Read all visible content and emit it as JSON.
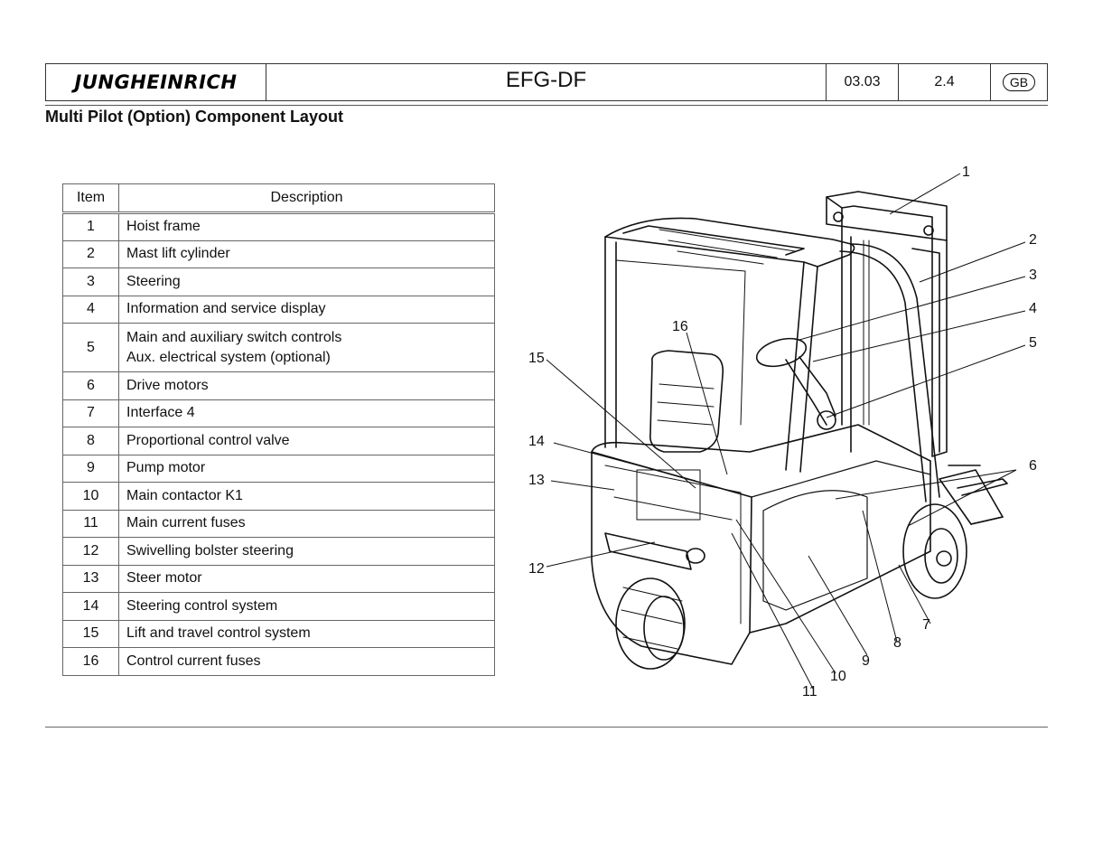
{
  "header": {
    "brand": "JUNGHEINRICH",
    "model": "EFG-DF",
    "date": "03.03",
    "version": "2.4",
    "language": "GB"
  },
  "page_title": "Multi Pilot (Option) Component Layout",
  "table": {
    "col_item": "Item",
    "col_description": "Description",
    "rows": [
      {
        "item": "1",
        "description": "Hoist frame"
      },
      {
        "item": "2",
        "description": "Mast lift cylinder"
      },
      {
        "item": "3",
        "description": "Steering"
      },
      {
        "item": "4",
        "description": "Information and service display"
      },
      {
        "item": "5",
        "description": "Main and auxiliary switch controls",
        "description2": "Aux. electrical system (optional)"
      },
      {
        "item": "6",
        "description": "Drive motors"
      },
      {
        "item": "7",
        "description": "Interface 4"
      },
      {
        "item": "8",
        "description": "Proportional control valve"
      },
      {
        "item": "9",
        "description": "Pump motor"
      },
      {
        "item": "10",
        "description": "Main contactor K1"
      },
      {
        "item": "11",
        "description": "Main current fuses"
      },
      {
        "item": "12",
        "description": "Swivelling bolster steering"
      },
      {
        "item": "13",
        "description": "Steer motor"
      },
      {
        "item": "14",
        "description": "Steering control system"
      },
      {
        "item": "15",
        "description": "Lift and travel control system"
      },
      {
        "item": "16",
        "description": "Control current fuses"
      }
    ]
  },
  "diagram": {
    "labels": [
      "1",
      "2",
      "3",
      "4",
      "5",
      "6",
      "7",
      "8",
      "9",
      "10",
      "11",
      "12",
      "13",
      "14",
      "15",
      "16"
    ]
  }
}
